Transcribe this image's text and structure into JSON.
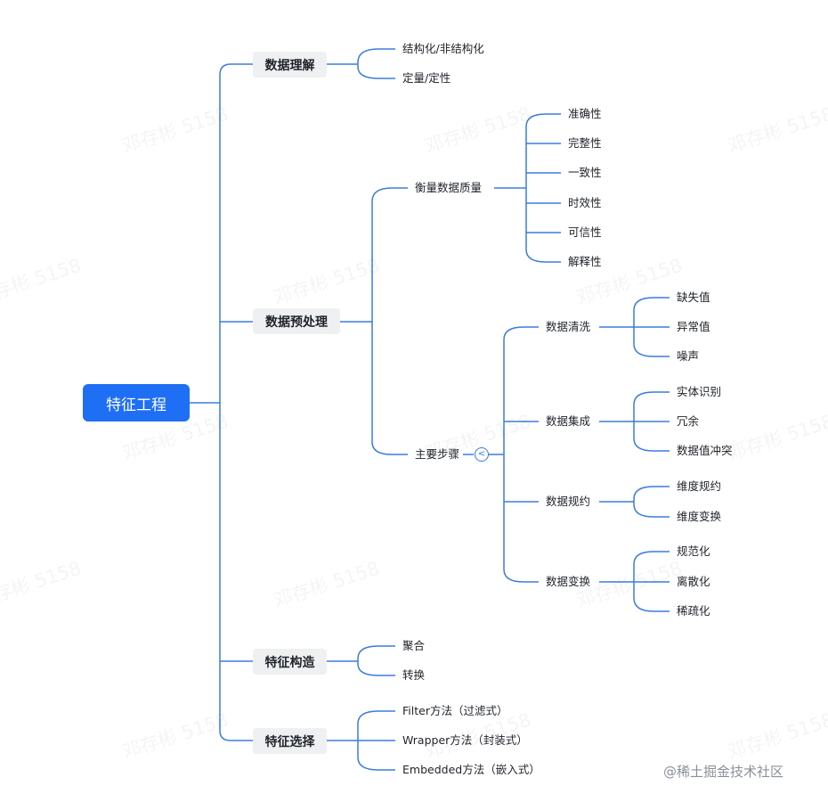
{
  "root": {
    "label": "特征工程"
  },
  "branches": {
    "understanding": {
      "label": "数据理解",
      "children": [
        "结构化/非结构化",
        "定量/定性"
      ]
    },
    "preprocessing": {
      "label": "数据预处理",
      "quality": {
        "label": "衡量数据质量",
        "children": [
          "准确性",
          "完整性",
          "一致性",
          "时效性",
          "可信性",
          "解释性"
        ]
      },
      "steps": {
        "label": "主要步骤",
        "toggle": "<",
        "cleaning": {
          "label": "数据清洗",
          "children": [
            "缺失值",
            "异常值",
            "噪声"
          ]
        },
        "integration": {
          "label": "数据集成",
          "children": [
            "实体识别",
            "冗余",
            "数据值冲突"
          ]
        },
        "reduction": {
          "label": "数据规约",
          "children": [
            "维度规约",
            "维度变换"
          ]
        },
        "transformation": {
          "label": "数据变换",
          "children": [
            "规范化",
            "离散化",
            "稀疏化"
          ]
        }
      }
    },
    "construction": {
      "label": "特征构造",
      "children": [
        "聚合",
        "转换"
      ]
    },
    "selection": {
      "label": "特征选择",
      "children": [
        "Filter方法（过滤式）",
        "Wrapper方法（封装式）",
        "Embedded方法（嵌入式）"
      ]
    }
  },
  "watermark": "邓存彬 5158",
  "credit": "@稀土掘金技术社区",
  "colors": {
    "root": "#1f6ff5",
    "line": "#3b7be0",
    "box": "#eef0f2",
    "text": "#1f2329"
  }
}
